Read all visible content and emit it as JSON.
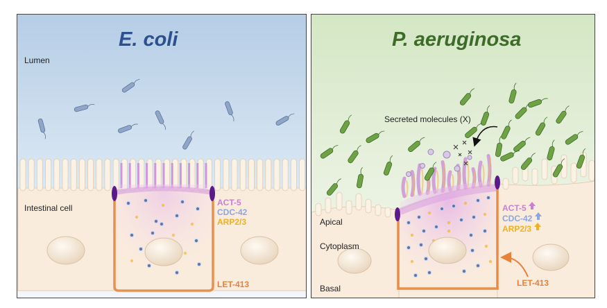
{
  "left_panel": {
    "title": "E. coli",
    "lumen_label": "Lumen",
    "cell_label": "Intestinal cell",
    "proteins": [
      "ACT-5",
      "CDC-42",
      "ARP2/3"
    ],
    "let_label": "LET-413"
  },
  "right_panel": {
    "title": "P. aeruginosa",
    "secreted_label": "Secreted molecules (X)",
    "apical_label": "Apical",
    "cytoplasm_label": "Cytoplasm",
    "basal_label": "Basal",
    "proteins": [
      "ACT-5",
      "CDC-42",
      "ARP2/3"
    ],
    "let_label": "LET-413"
  },
  "colors": {
    "act5": "#c87fd6",
    "cdc42": "#8ba6e0",
    "arp23": "#f0b020",
    "let413": "#e8823a",
    "title_left": "#2c4f8f",
    "title_right": "#3d6b28",
    "junction": "#5a1a8a"
  }
}
